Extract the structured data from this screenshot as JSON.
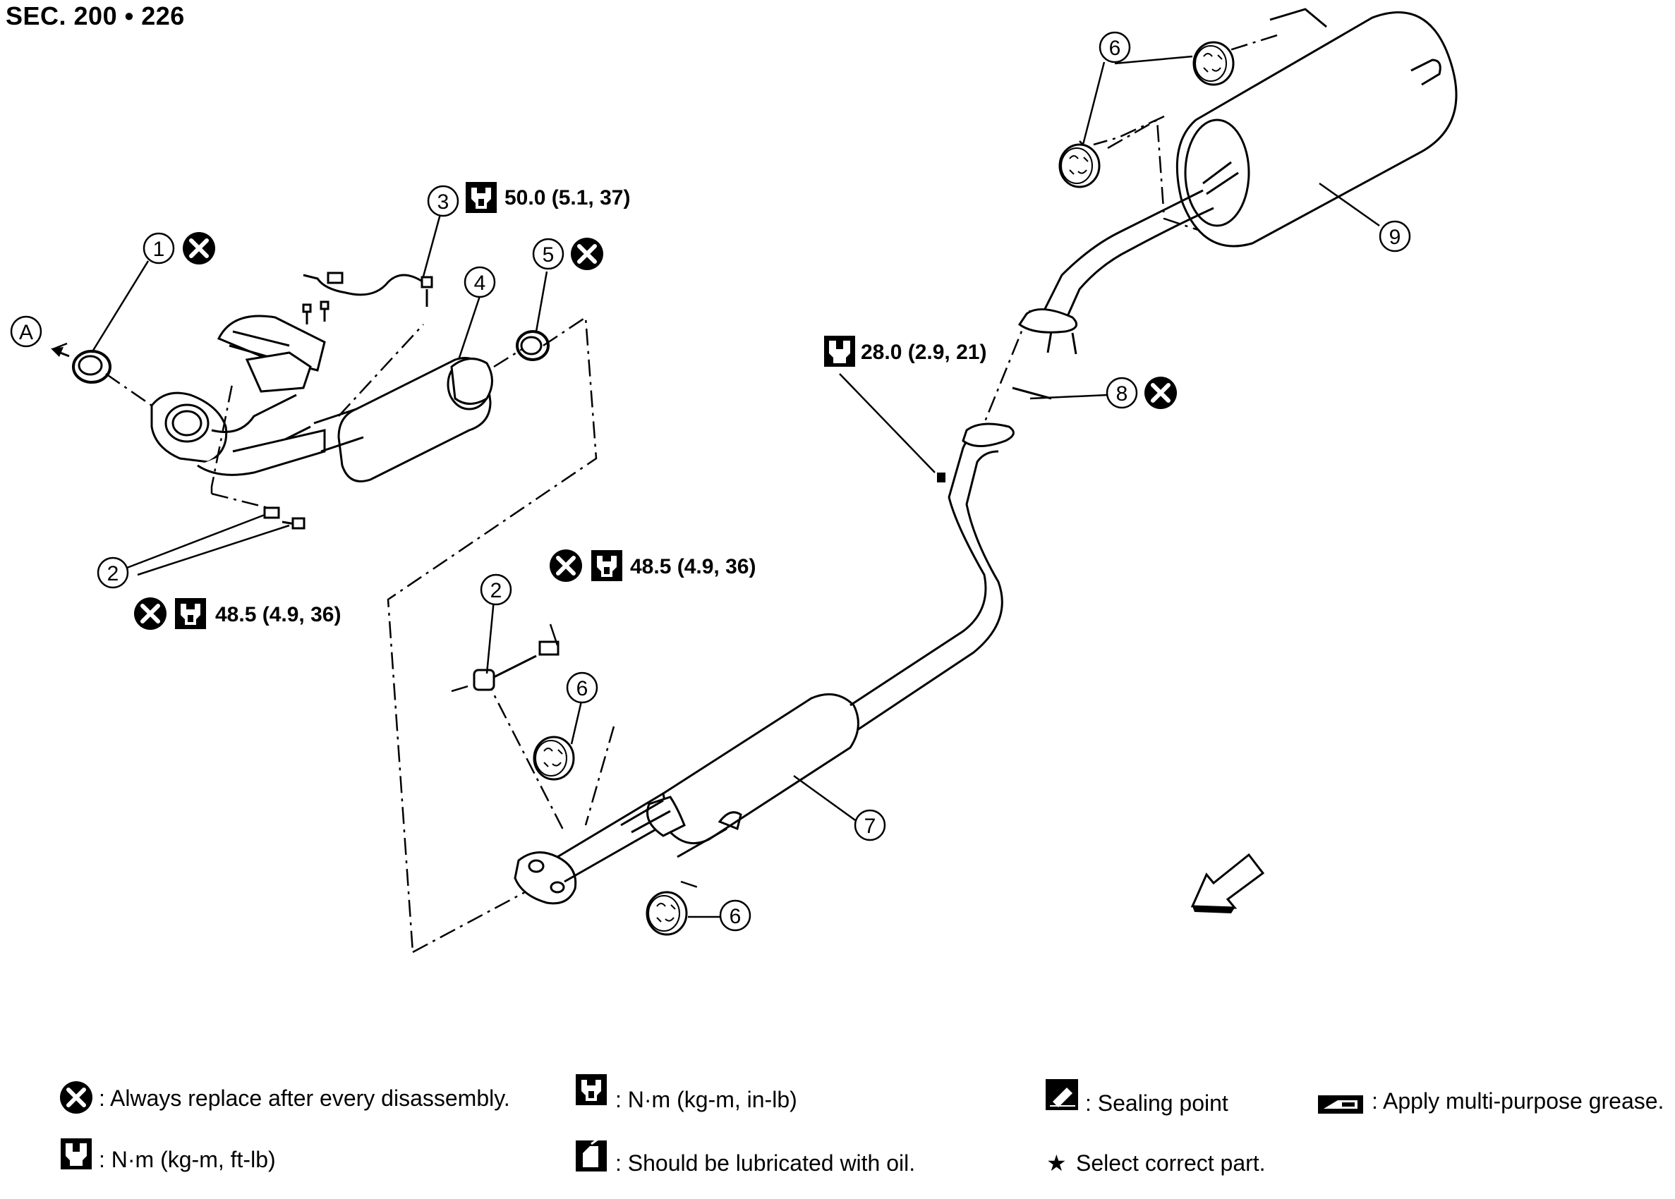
{
  "section_title": "SEC. 200 • 226",
  "callouts": {
    "c1": "1",
    "c2a": "2",
    "c2b": "2",
    "c3": "3",
    "c4": "4",
    "c5": "5",
    "c6a": "6",
    "c6b": "6",
    "c6c": "6",
    "c7": "7",
    "c8": "8",
    "c9": "9",
    "cA": "A"
  },
  "torques": {
    "t_sensor": "50.0 (5.1, 37)",
    "t_front_bolts": "48.5 (4.9, 36)",
    "t_center_bolts": "48.5 (4.9, 36)",
    "t_rear_nut": "28.0 (2.9, 21)"
  },
  "legend": {
    "replace": ": Always replace after every disassembly.",
    "nm_ftlb": ": N·m (kg-m, ft-lb)",
    "nm_inlb": ": N·m (kg-m, in-lb)",
    "oil": ": Should be lubricated with oil.",
    "sealing": ": Sealing point",
    "select": "Select correct part.",
    "grease": ": Apply multi-purpose grease."
  },
  "icons": {
    "replace": "x-circle-icon",
    "torque": "torque-wrench-icon",
    "oil": "oil-can-icon",
    "sealing": "sealing-point-icon",
    "star": "star-icon",
    "grease": "grease-gun-icon",
    "front_arrow": "front-direction-arrow-icon"
  }
}
